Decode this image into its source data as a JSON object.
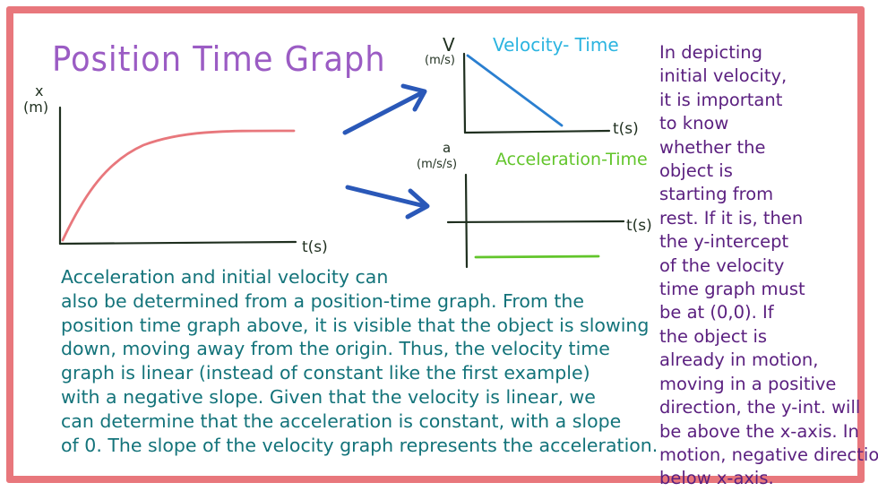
{
  "colors": {
    "border": "#e8777c",
    "title": "#9b5cc4",
    "position_curve": "#e8777c",
    "velocity": "#2bb4e0",
    "acceleration": "#62c52b",
    "arrows": "#2a58b8",
    "explanation": "#13737a",
    "side_note": "#5a1f7f",
    "axes": "#1f2f1f"
  },
  "position_graph": {
    "title": "Position Time Graph",
    "y_label": "x",
    "y_unit": "(m)",
    "x_label": "t(s)"
  },
  "velocity_graph": {
    "title": "Velocity- Time",
    "y_label": "V",
    "y_unit": "(m/s)",
    "x_label": "t(s)"
  },
  "acceleration_graph": {
    "title": "Acceleration-Time",
    "y_label": "a",
    "y_unit": "(m/s/s)",
    "x_label": "t(s)"
  },
  "explanation_lines": [
    "Acceleration and initial velocity can",
    "also be determined from a position-time graph. From the",
    "position time graph above, it is visible that the object is slowing",
    "down, moving away from the origin. Thus, the velocity time",
    "graph is linear (instead of constant like the first example)",
    "with a negative slope. Given that the velocity is linear, we",
    "can determine that the acceleration is constant, with a slope",
    "of 0. The slope of the velocity graph represents the acceleration."
  ],
  "side_note_lines": [
    "In depicting",
    "initial velocity,",
    "it is important",
    "to know",
    "whether the",
    "object is",
    "starting from",
    "rest. If it is, then",
    "the y-intercept",
    "of the velocity",
    "time graph must",
    "be at (0,0). If",
    "the object is",
    "already in motion,",
    "moving in a positive",
    "direction, the y-int. will",
    "be above the x-axis. In",
    "motion, negative direction:",
    "below x-axis."
  ]
}
